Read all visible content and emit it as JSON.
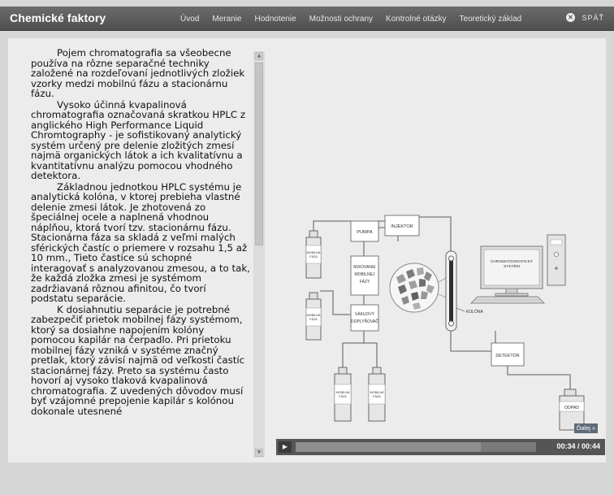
{
  "header": {
    "title": "Chemické faktory",
    "nav": [
      "Úvod",
      "Meranie",
      "Hodnotenie",
      "Možnosti ochrany",
      "Kontrolné otázky",
      "Teoretický základ"
    ],
    "back_label": "SPÄŤ"
  },
  "article": {
    "paragraphs": [
      "Pojem chromatografia sa všeobecne používa na rôzne separačné techniky založené na rozdeľovaní jednotlivých zložiek vzorky medzi mobilnú fázu a stacionárnu fázu.",
      "Vysoko účinná kvapalinová chromatografia označovaná skratkou HPLC z anglického High Performance Liquid Chromtography - je sofistikovaný analytický systém určený pre delenie zložitých zmesí najmä organických látok a ich kvalitatívnu a kvantitatívnu analýzu pomocou vhodného detektora.",
      "Základnou jednotkou HPLC systému je analytická kolóna, v ktorej prebieha vlastné delenie zmesi látok. Je zhotovená zo špeciálnej ocele a naplnená vhodnou náplňou, ktorá tvorí tzv. stacionárnu fázu. Stacionárna fáza sa skladá z veľmi malých sférických častíc o priemere v rozsahu 1,5 až 10 mm., Tieto častice sú schopné interagovať s analyzovanou zmesou, a to tak, že každá zložka zmesi je systémom zadržiavaná rôznou afinitou, čo tvorí podstatu separácie.",
      "K dosiahnutiu separácie je potrebné zabezpečiť prietok mobilnej fázy systémom, ktorý sa dosiahne napojením kolóny pomocou kapilár na čerpadlo. Pri prietoku mobilnej fázy vzniká v systéme značný pretlak, ktorý závisí najmä od veľkosti častíc stacionárnej fázy. Preto sa systému často hovorí aj vysoko tlaková kvapalinová chromatografia. Z uvedených dôvodov musí byť vzájomné prepojenie kapilár s kolónou dokonale utesnené"
    ]
  },
  "diagram": {
    "pumpa": "PUMPA",
    "injektor": "INJEKTOR",
    "mix": [
      "MIXOVANIE",
      "MOBILNEJ",
      "FÁZY"
    ],
    "vakuovy": [
      "VÁKUOVÝ",
      "DOPLYŇOVAČ"
    ],
    "bottle_label": [
      "MOBILNÁ",
      "FÁZA"
    ],
    "kolona": "KOLÓNA",
    "screen": [
      "CHROMATOGRAFICKÝ",
      "SYSTÉM"
    ],
    "detektor": "DETEKTOR",
    "odpad": "ODPAD"
  },
  "player": {
    "time": "00:34 / 00:44",
    "progress": 0.77,
    "next_label": "Ďalej »"
  },
  "colors": {
    "topbar": "#5a5a5a",
    "background": "#d6d6d6",
    "content": "#ececec"
  }
}
